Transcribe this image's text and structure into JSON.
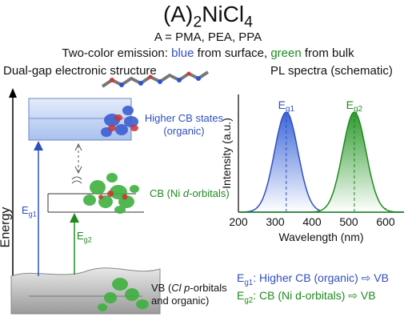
{
  "title": {
    "base": "(A)",
    "sub": "2",
    "mid": "NiCl",
    "sub2": "4"
  },
  "subtitle": "A = PMA, PEA, PPA",
  "emission": {
    "prefix": "Two-color emission: ",
    "blue": "blue",
    "mid": " from surface, ",
    "green": "green",
    "suffix": " from bulk"
  },
  "left_panel": {
    "heading": "Dual-gap electronic structure",
    "cb_organic_label": {
      "line1": "Higher CB states",
      "line2": "(organic)"
    },
    "cb_ni_label": {
      "pre": "CB (Ni ",
      "ital": "d",
      "post": "-orbitals)"
    },
    "vb_label": {
      "pre": "VB (",
      "ital": "Cl p",
      "post": "-orbitals",
      "line2": "and organic)"
    },
    "eg1": {
      "base": "E",
      "sub": "g1"
    },
    "eg2": {
      "base": "E",
      "sub": "g2"
    },
    "energy_axis": "Energy"
  },
  "right_panel": {
    "heading": "PL spectra (schematic)",
    "peak1_label": {
      "base": "E",
      "sub": "g1"
    },
    "peak2_label": {
      "base": "E",
      "sub": "g2"
    }
  },
  "legend": {
    "line1": {
      "base": "E",
      "sub": "g1",
      "text": ": Higher CB (organic) ⇨ VB"
    },
    "line2": {
      "base": "E",
      "sub": "g2",
      "text": ": CB (Ni d-orbitals) ⇨ VB"
    }
  },
  "colors": {
    "blue": "#2f4fbf",
    "green": "#1e8a1e",
    "blue_fill": "#3c67d8",
    "green_fill": "#2e9a2e"
  },
  "chart_data": {
    "type": "area",
    "title": "",
    "xlabel": "Wavelength (nm)",
    "ylabel": "Intensity (a.u.)",
    "xlim": [
      200,
      650
    ],
    "xticks": [
      200,
      300,
      400,
      500,
      600
    ],
    "ylim": [
      0,
      1
    ],
    "series": [
      {
        "name": "Eg1",
        "peak_x": 330,
        "fwhm": 75,
        "peak_y": 0.85
      },
      {
        "name": "Eg2",
        "peak_x": 515,
        "fwhm": 75,
        "peak_y": 0.85
      }
    ]
  }
}
